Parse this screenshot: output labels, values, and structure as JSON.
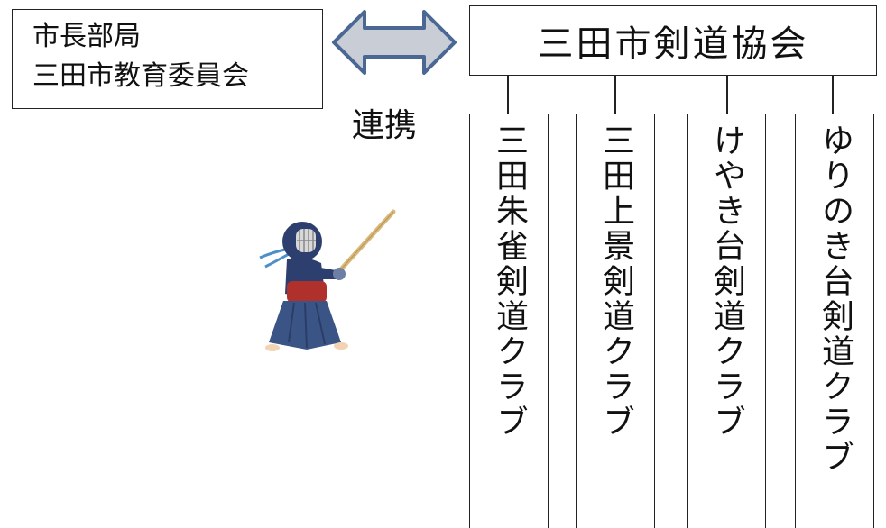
{
  "left_org": {
    "line1": "市長部局",
    "line2": "三田市教育委員会"
  },
  "link_label": "連携",
  "association": {
    "title": "三田市剣道協会"
  },
  "clubs": [
    {
      "label": "三田朱雀剣道クラブ"
    },
    {
      "label": "三田上景剣道クラブ"
    },
    {
      "label": "けやき台剣道クラブ"
    },
    {
      "label": "ゆりのき台剣道クラブ"
    }
  ],
  "icons": {
    "arrow": "double-arrow-icon",
    "illustration": "kendo-player-illustration"
  },
  "colors": {
    "arrow_fill": "#c9ced6",
    "arrow_stroke": "#4a6893",
    "border": "#222222"
  }
}
